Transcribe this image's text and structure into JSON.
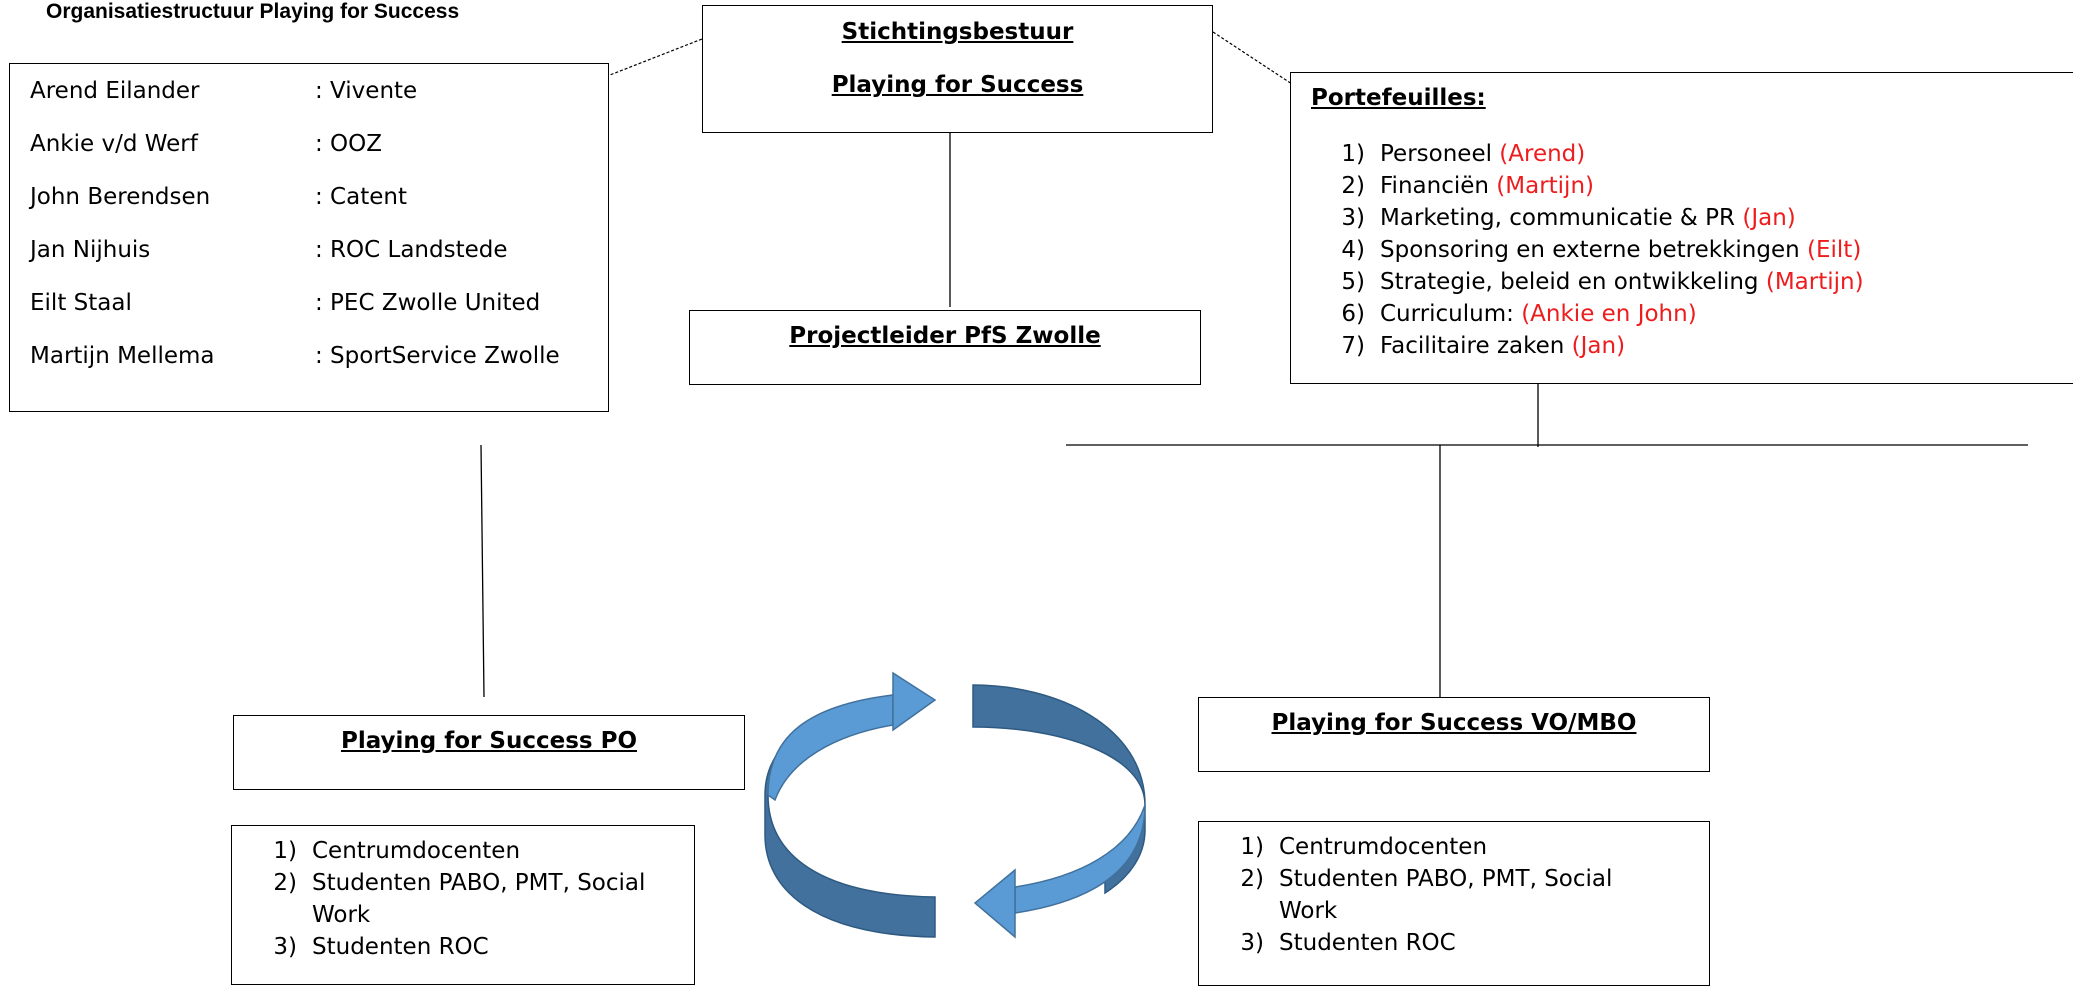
{
  "page_title": "Organisatiestructuur Playing for Success",
  "members": [
    {
      "name": "Arend Eilander",
      "org": ": Vivente"
    },
    {
      "name": "Ankie v/d Werf",
      "org": ": OOZ"
    },
    {
      "name": "John Berendsen",
      "org": ": Catent"
    },
    {
      "name": "Jan Nijhuis",
      "org": ": ROC Landstede"
    },
    {
      "name": "Eilt Staal",
      "org": ": PEC Zwolle United"
    },
    {
      "name": "Martijn Mellema",
      "org": ": SportService Zwolle"
    }
  ],
  "board": {
    "line1": "Stichtingsbestuur",
    "line2": "Playing for Success"
  },
  "project_leader": "Projectleider PfS Zwolle",
  "portfolios": {
    "title": "Portefeuilles:",
    "items": [
      {
        "num": "1)",
        "text": "Personeel",
        "owner": "(Arend)"
      },
      {
        "num": "2)",
        "text": "Financiën",
        "owner": "(Martijn)"
      },
      {
        "num": "3)",
        "text": "Marketing, communicatie & PR",
        "owner": "(Jan)"
      },
      {
        "num": "4)",
        "text": "Sponsoring en externe betrekkingen",
        "owner": "(Eilt)"
      },
      {
        "num": "5)",
        "text": "Strategie, beleid en ontwikkeling",
        "owner": "(Martijn)"
      },
      {
        "num": "6)",
        "text": "Curriculum:",
        "owner": "(Ankie en John)"
      },
      {
        "num": "7)",
        "text": "Facilitaire zaken",
        "owner": "(Jan)"
      }
    ]
  },
  "po": {
    "title": "Playing for Success PO",
    "items": [
      {
        "num": "1)",
        "text": "Centrumdocenten"
      },
      {
        "num": "2)",
        "text": "Studenten PABO, PMT, Social Work"
      },
      {
        "num": "3)",
        "text": "Studenten ROC"
      }
    ]
  },
  "vo": {
    "title": "Playing for Success VO/MBO",
    "items": [
      {
        "num": "1)",
        "text": "Centrumdocenten"
      },
      {
        "num": "2)",
        "text": "Studenten PABO, PMT, Social Work"
      },
      {
        "num": "3)",
        "text": "Studenten ROC"
      }
    ]
  },
  "colors": {
    "accent_text": "#ee1c1c",
    "arrow_light": "#5b9bd5",
    "arrow_dark": "#41719c"
  },
  "icons": {
    "cycle": "circular-arrows-icon"
  }
}
